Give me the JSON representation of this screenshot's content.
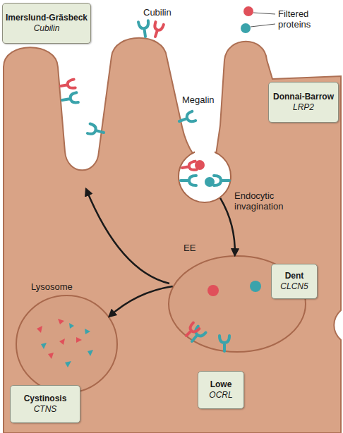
{
  "diagram": {
    "nodes": [
      {
        "text": [
          "Imerslund-Gräsbeck",
          "Cubilin"
        ]
      },
      {
        "text": [
          "Donnai-Barrow",
          "LRP2"
        ]
      },
      {
        "text": [
          "Endocytic invagination"
        ]
      },
      {
        "text": [
          "EE"
        ]
      },
      {
        "text": [
          "Dent",
          "CLCN5"
        ]
      },
      {
        "text": [
          "Lysosome"
        ]
      },
      {
        "text": [
          "Lowe",
          "OCRL"
        ]
      },
      {
        "text": [
          "Cystinosis",
          "CTNS"
        ]
      }
    ],
    "edges": [
      {
        "from": 2,
        "to": 3,
        "arrow": "to"
      },
      {
        "from": 3,
        "to": 5,
        "arrow": "to"
      }
    ],
    "labels": [
      "Cubilin",
      "Filtered proteins",
      "Megalin"
    ]
  }
}
